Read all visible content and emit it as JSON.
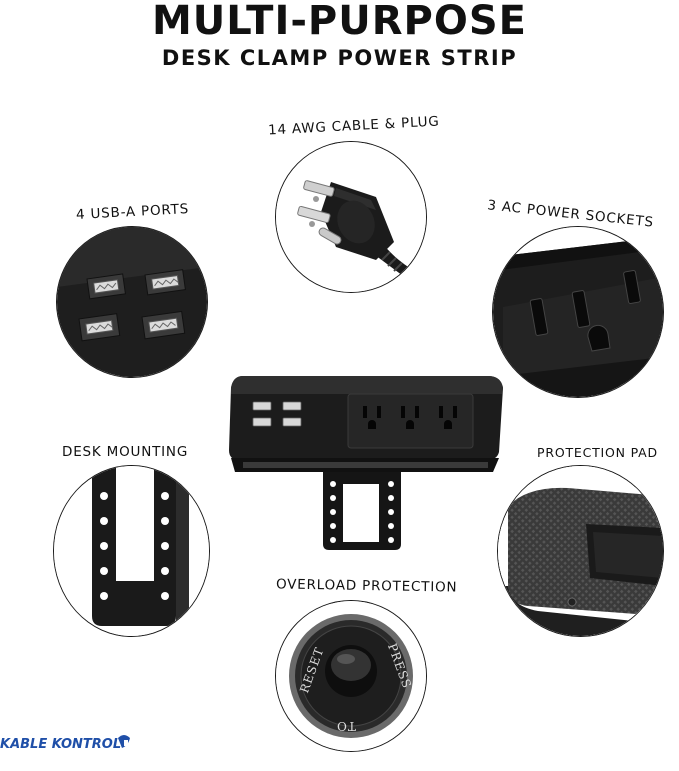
{
  "header": {
    "title": "MULTI-PURPOSE",
    "subtitle": "DESK CLAMP POWER STRIP"
  },
  "features": {
    "cable": "14 AWG CABLE & PLUG",
    "usb": "4 USB-A PORTS",
    "ac": "3 AC POWER SOCKETS",
    "mounting": "DESK MOUNTING",
    "pad": "PROTECTION PAD",
    "overload": "OVERLOAD PROTECTION"
  },
  "reset_button": {
    "text_left": "RESET",
    "text_bottom": "TO",
    "text_right": "PRESS"
  },
  "brand": {
    "name": "KABLE KONTROL"
  },
  "colors": {
    "product_black": "#1c1c1c",
    "brand_blue": "#1f4fa8"
  }
}
